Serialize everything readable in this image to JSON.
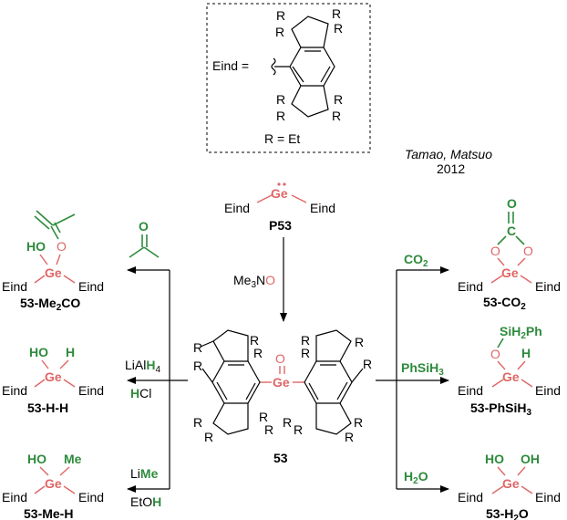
{
  "colors": {
    "germanium": "#e06666",
    "reagent": "#2e8b3c",
    "ink": "#000000"
  },
  "eind": "Eind",
  "r": "R",
  "ge": "Ge",
  "o": "O",
  "h": "H",
  "inset": {
    "eind_label": "Eind =",
    "r_def": "R = Et"
  },
  "credit": {
    "authors": "Tamao, Matsuo",
    "year": "2012"
  },
  "labels": {
    "p53": "P53",
    "c53": "53",
    "me2co": "53-Me",
    "me2co_sub": "2",
    "me2co_tail": "CO",
    "hh": "53-H-H",
    "meh": "53-Me-H",
    "co2": "53-CO",
    "co2_sub": "2",
    "phsih3": "53-PhSiH",
    "phsih3_sub": "3",
    "h2o": "53-H",
    "h2o_sub": "2",
    "h2o_tail": "O"
  },
  "reagents": {
    "me3no_me": "Me",
    "me3no_sub": "3",
    "me3no_n": "N",
    "me3no_o": "O",
    "lialh4_li": "LiAl",
    "lialh4_h": "H",
    "lialh4_sub": "4",
    "hcl_h": "H",
    "hcl_cl": "Cl",
    "lime_li": "Li",
    "lime_me": "Me",
    "etoh_eto": "EtO",
    "etoh_h": "H",
    "co2_c": "CO",
    "co2_sub": "2",
    "phsih3_ph": "PhSiH",
    "phsih3_sub": "3",
    "h2o_h": "H",
    "h2o_sub": "2",
    "h2o_o": "O"
  },
  "substituents": {
    "me": "Me",
    "c": "C",
    "sih2ph_a": "SiH",
    "sih2ph_sub": "2",
    "sih2ph_b": "Ph",
    "oh": "OH",
    "ho": "HO"
  }
}
